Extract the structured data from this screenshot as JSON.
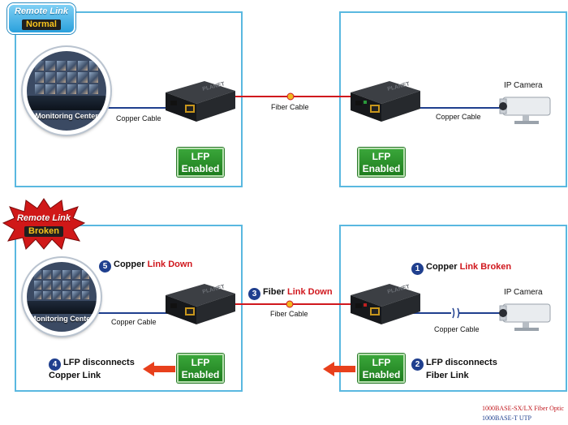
{
  "top": {
    "badge": {
      "line1": "Remote Link",
      "line2": "Normal"
    },
    "left": {
      "monitor_label": "Monitoring Center",
      "copper_label": "Copper Cable",
      "lfp_line1": "LFP",
      "lfp_line2": "Enabled"
    },
    "fiber_label": "Fiber Cable",
    "right": {
      "camera_label": "IP Camera",
      "copper_label": "Copper Cable",
      "lfp_line1": "LFP",
      "lfp_line2": "Enabled"
    }
  },
  "bottom": {
    "badge": {
      "line1": "Remote Link",
      "line2": "Broken"
    },
    "left": {
      "monitor_label": "Monitoring Center",
      "copper_label": "Copper Cable",
      "lfp_line1": "LFP",
      "lfp_line2": "Enabled",
      "step5": {
        "num": "5",
        "text": "Copper",
        "highlight": "Link Down"
      },
      "step4": {
        "num": "4",
        "line1": "LFP disconnects",
        "line2": "Copper Link"
      }
    },
    "fiber": {
      "step3": {
        "num": "3",
        "text": "Fiber",
        "highlight": "Link Down"
      },
      "label": "Fiber Cable"
    },
    "right": {
      "camera_label": "IP Camera",
      "copper_label": "Copper Cable",
      "lfp_line1": "LFP",
      "lfp_line2": "Enabled",
      "step1": {
        "num": "1",
        "text": "Copper",
        "highlight": "Link Broken"
      },
      "step2": {
        "num": "2",
        "line1": "LFP disconnects",
        "line2": "Fiber Link"
      }
    }
  },
  "legend": {
    "fiber": "1000BASE-SX/LX Fiber Optic",
    "utp": "1000BASE-T UTP"
  },
  "device_brand": "PLANET",
  "colors": {
    "panel_border": "#5ab8e0",
    "fiber": "#d0171d",
    "utp": "#1f3f8e",
    "lfp_green": "#2a922a",
    "alert_red": "#d0171d",
    "step_blue": "#1f3f8e",
    "arrow": "#e8401c"
  }
}
